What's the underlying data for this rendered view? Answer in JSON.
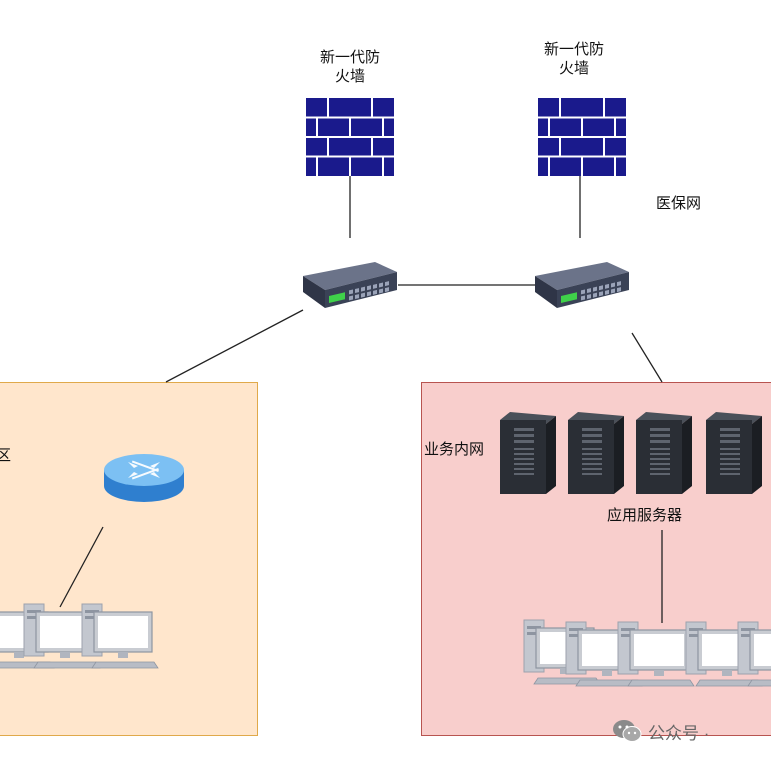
{
  "labels": {
    "firewall_1": [
      "新一代防",
      "火墙"
    ],
    "firewall_2": [
      "新一代防",
      "火墙"
    ],
    "medical_network": "医保网",
    "left_zone_partial": "区",
    "business_intranet": "业务内网",
    "app_servers": "应用服务器"
  },
  "watermark": {
    "text": "公众号 ·",
    "icon": "wechat-icon"
  },
  "colors": {
    "firewall_blue": "#1a1a8c",
    "left_zone_fill": "#ffe6cc",
    "left_zone_border": "#e0a94a",
    "right_zone_fill": "#f8cecc",
    "right_zone_border": "#b85450",
    "switch_dark": "#3a4256",
    "switch_port_green": "#3fd24a",
    "router_blue": "#4aa3e8",
    "server_dark": "#2a2e35",
    "pc_gray": "#c9ccd2",
    "line": "#222222"
  },
  "icons": [
    "firewall-icon",
    "switch-icon",
    "router-icon",
    "server-icon",
    "pc-icon"
  ]
}
